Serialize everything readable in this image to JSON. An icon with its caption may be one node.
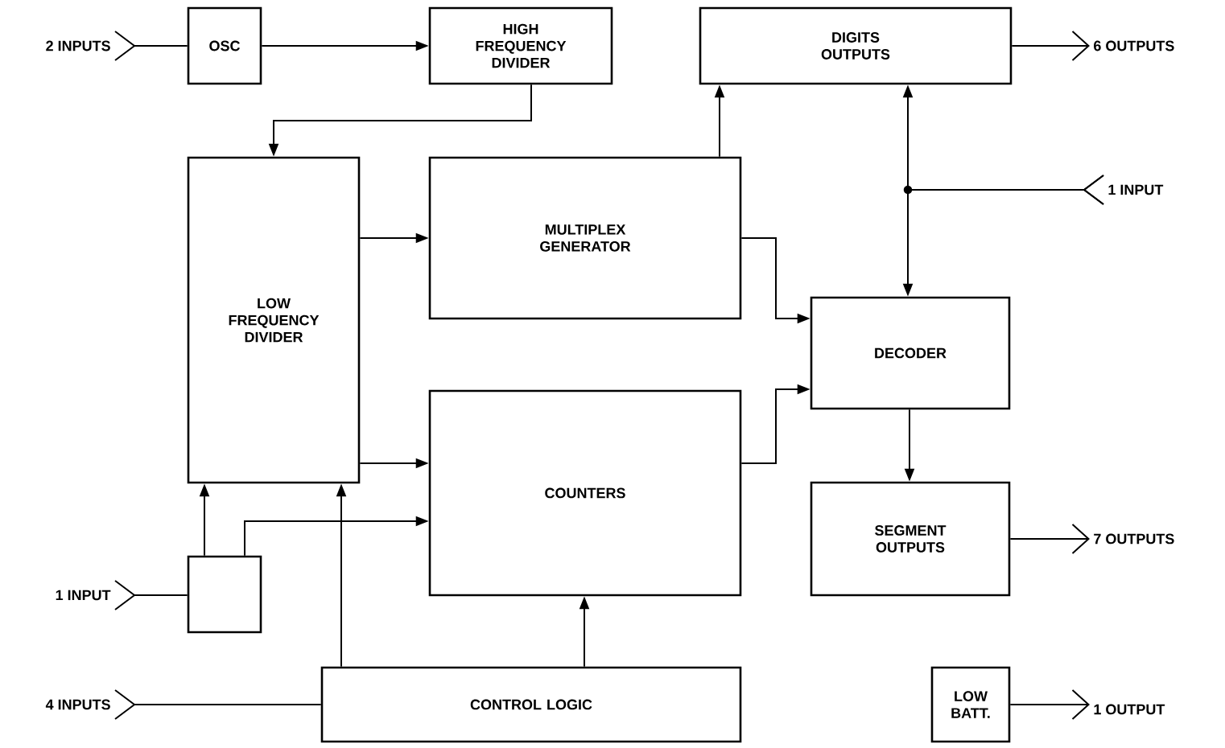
{
  "diagram": {
    "nodes": [
      {
        "text": [
          "OSC"
        ]
      },
      {
        "text": [
          "HIGH FREQUENCY DIVIDER"
        ]
      },
      {
        "text": [
          "DIGITS OUTPUTS"
        ]
      },
      {
        "text": [
          "LOW FREQUENCY DIVIDER"
        ]
      },
      {
        "text": [
          "MULTIPLEX GENERATOR"
        ]
      },
      {
        "text": [
          "DECODER"
        ]
      },
      {
        "text": [
          "COUNTERS"
        ]
      },
      {
        "text": [],
        "shape": "box"
      },
      {
        "text": [
          "SEGMENT OUTPUTS"
        ]
      },
      {
        "text": [
          "CONTROL LOGIC"
        ]
      },
      {
        "text": [
          "LOW BATT."
        ]
      },
      {
        "text": [
          "2 INPUTS"
        ]
      },
      {
        "text": [
          "6 OUTPUTS"
        ]
      },
      {
        "text": [
          "1 INPUT"
        ]
      },
      {
        "text": [
          "1 INPUT"
        ]
      },
      {
        "text": [
          "7 OUTPUTS"
        ]
      },
      {
        "text": [
          "4 INPUTS"
        ]
      },
      {
        "text": [
          "1 OUTPUT"
        ]
      }
    ],
    "edges": [
      {
        "from": 11,
        "to": 0,
        "arrow": "other"
      },
      {
        "from": 0,
        "to": 1,
        "arrow": "to"
      },
      {
        "from": 1,
        "to": 3,
        "arrow": "to"
      },
      {
        "from": 3,
        "to": 4,
        "arrow": "to"
      },
      {
        "from": 4,
        "to": 2,
        "arrow": "to"
      },
      {
        "from": 2,
        "to": 12,
        "arrow": "to"
      },
      {
        "from": 13,
        "to": 2,
        "arrow": "to"
      },
      {
        "from": 13,
        "to": 5,
        "arrow": "to"
      },
      {
        "from": 4,
        "to": 5,
        "arrow": "to"
      },
      {
        "from": 6,
        "to": 5,
        "arrow": "to"
      },
      {
        "from": 5,
        "to": 8,
        "arrow": "to"
      },
      {
        "from": 8,
        "to": 15,
        "arrow": "to"
      },
      {
        "from": 3,
        "to": 6,
        "arrow": "to"
      },
      {
        "from": 7,
        "to": 3,
        "arrow": "to"
      },
      {
        "from": 7,
        "to": 6,
        "arrow": "to"
      },
      {
        "from": 9,
        "to": 3,
        "arrow": "to"
      },
      {
        "from": 9,
        "to": 6,
        "arrow": "to"
      },
      {
        "from": 14,
        "to": 7,
        "arrow": "other"
      },
      {
        "from": 16,
        "to": 9,
        "arrow": "other"
      },
      {
        "from": 10,
        "to": 17,
        "arrow": "to"
      }
    ]
  }
}
